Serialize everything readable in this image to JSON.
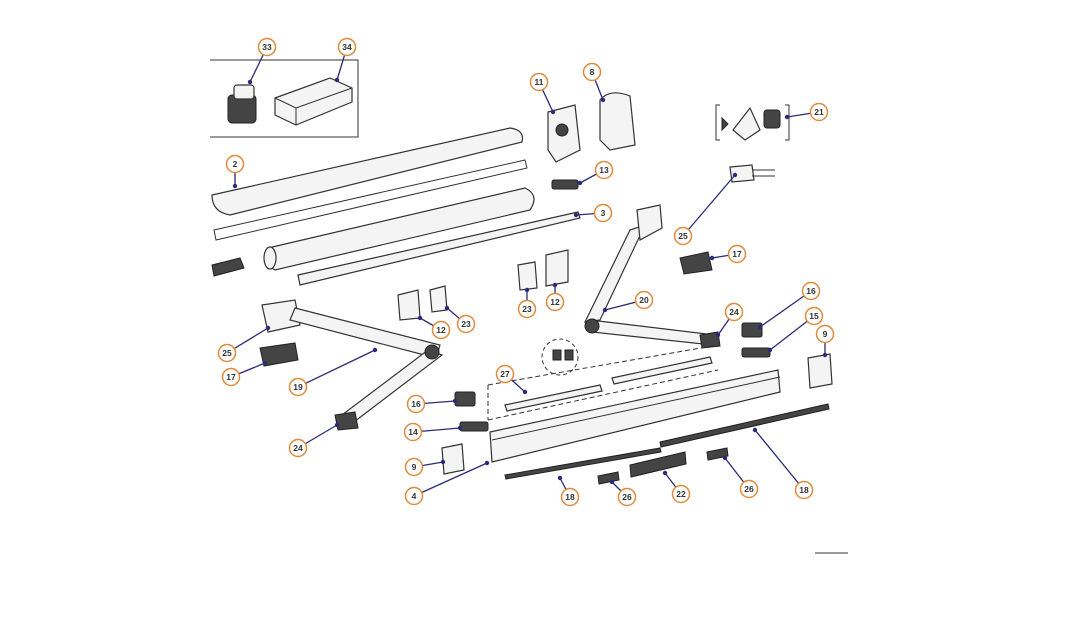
{
  "diagram": {
    "type": "exploded-parts-view",
    "callouts": [
      "33",
      "34",
      "2",
      "11",
      "8",
      "21",
      "13",
      "3",
      "25",
      "17",
      "20",
      "24",
      "16",
      "15",
      "9",
      "23",
      "12",
      "12",
      "23",
      "25",
      "17",
      "19",
      "24",
      "27",
      "16",
      "14",
      "9",
      "4",
      "18",
      "26",
      "22",
      "26",
      "18"
    ]
  },
  "colors": {
    "callout_ring": "#e08a3c",
    "leader": "#2b2b7a"
  }
}
